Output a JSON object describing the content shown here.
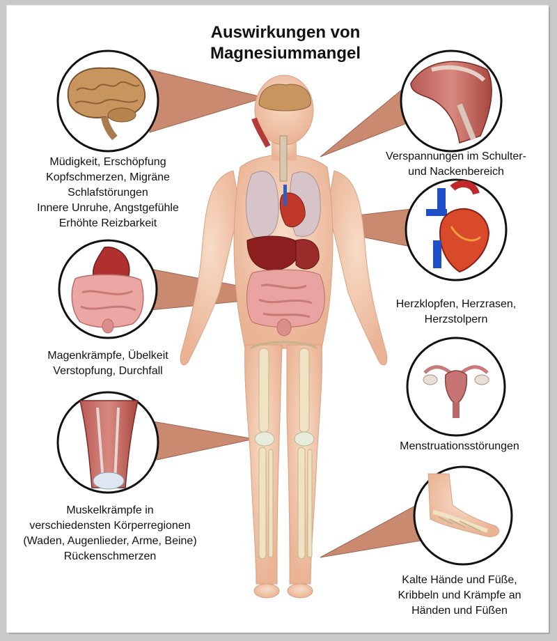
{
  "title": {
    "line1": "Auswirkungen von",
    "line2": "Magnesiummangel"
  },
  "callouts": {
    "brain": {
      "icon": "brain-icon",
      "lines": [
        "Müdigkeit, Erschöpfung",
        "Kopfschmerzen, Migräne",
        "Schlafstörungen",
        "Innere Unruhe, Angstgefühle",
        "Erhöhte Reizbarkeit"
      ]
    },
    "digestion": {
      "icon": "stomach-intestine-icon",
      "lines": [
        "Magenkrämpfe, Übelkeit",
        "Verstopfung, Durchfall"
      ]
    },
    "muscles": {
      "icon": "leg-muscle-icon",
      "lines": [
        "Muskelkrämpfe in",
        "verschiedensten Körperregionen",
        "(Waden, Augenlieder, Arme, Beine)",
        "Rückenschmerzen"
      ]
    },
    "shoulder": {
      "icon": "shoulder-muscle-icon",
      "lines": [
        "Verspannungen im Schulter-",
        "und Nackenbereich"
      ]
    },
    "heart": {
      "icon": "heart-icon",
      "lines": [
        "Herzklopfen, Herzrasen,",
        "Herzstolpern"
      ]
    },
    "uterus": {
      "icon": "uterus-icon",
      "lines": [
        "Menstruationsstörungen"
      ]
    },
    "foot": {
      "icon": "foot-skeleton-icon",
      "lines": [
        "Kalte Hände und Füße,",
        "Kribbeln und Krämpfe an",
        "Händen und Füßen"
      ]
    }
  },
  "colors": {
    "skin": "#f3c8ab",
    "bone": "#efe3c4",
    "organ": "#8b1e1e",
    "pointer": "#c98a6f"
  }
}
